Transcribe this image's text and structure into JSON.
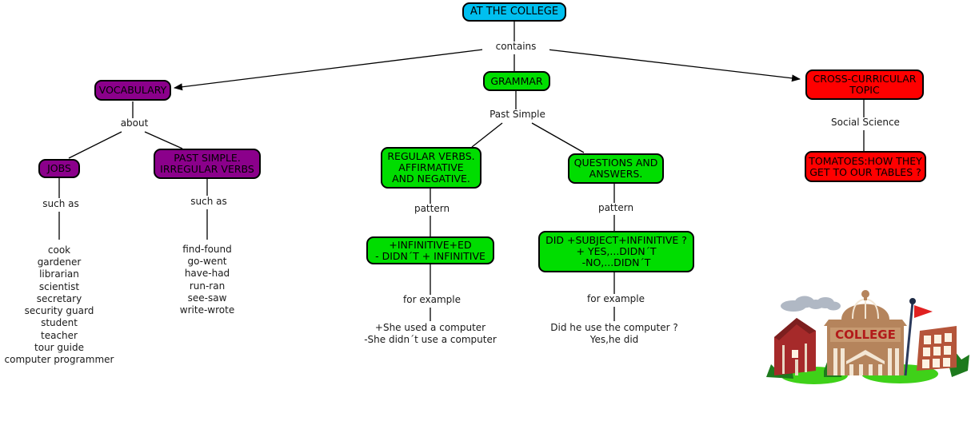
{
  "map": {
    "title": "AT THE COLLEGE",
    "background": "#ffffff",
    "colors": {
      "root": "#00bfef",
      "vocabulary": "#8b008b",
      "grammar": "#00dd00",
      "cross_curricular": "#ff0000",
      "edge": "#000000",
      "text": "#000000"
    }
  },
  "nodes": {
    "root": {
      "label": "AT THE COLLEGE"
    },
    "vocabulary": {
      "label": "VOCABULARY"
    },
    "grammar": {
      "label": "GRAMMAR"
    },
    "cross_curricular": {
      "label": "CROSS-CURRICULAR\nTOPIC"
    },
    "jobs": {
      "label": "JOBS"
    },
    "past_simple_irregular": {
      "label": "PAST SIMPLE.\nIRREGULAR VERBS"
    },
    "regular_verbs": {
      "label": "REGULAR VERBS.\nAFFIRMATIVE\nAND NEGATIVE."
    },
    "questions_answers": {
      "label": "QUESTIONS AND\nANSWERS."
    },
    "affirmative_pattern": {
      "label": "+INFINITIVE+ED\n- DIDN´T + INFINITIVE"
    },
    "question_pattern": {
      "label": "DID +SUBJECT+INFINITIVE ?\n+ YES,...DIDN´T\n-NO,...DIDN´T"
    },
    "tomatoes": {
      "label": "TOMATOES:HOW THEY\nGET TO OUR TABLES ?"
    }
  },
  "link_labels": {
    "contains": "contains",
    "about": "about",
    "past_simple": "Past Simple",
    "such_as_jobs": "such as",
    "such_as_verbs": "such as",
    "pattern_left": "pattern",
    "pattern_right": "pattern",
    "for_example_left": "for example",
    "for_example_right": "for example",
    "social_science": "Social Science"
  },
  "leaf_text": {
    "jobs_list": "cook\ngardener\nlibrarian\nscientist\nsecretary\nsecurity guard\nstudent\nteacher\ntour guide\ncomputer programmer",
    "irregular_verbs_list": "find-found\ngo-went\nhave-had\nrun-ran\nsee-saw\nwrite-wrote",
    "affirmative_example": "+She used a computer\n-She didn´t use a computer",
    "question_example": "Did he use the computer ?\nYes,he did"
  },
  "clipart": {
    "name": "college-buildings-illustration",
    "sign_text": "COLLEGE"
  }
}
